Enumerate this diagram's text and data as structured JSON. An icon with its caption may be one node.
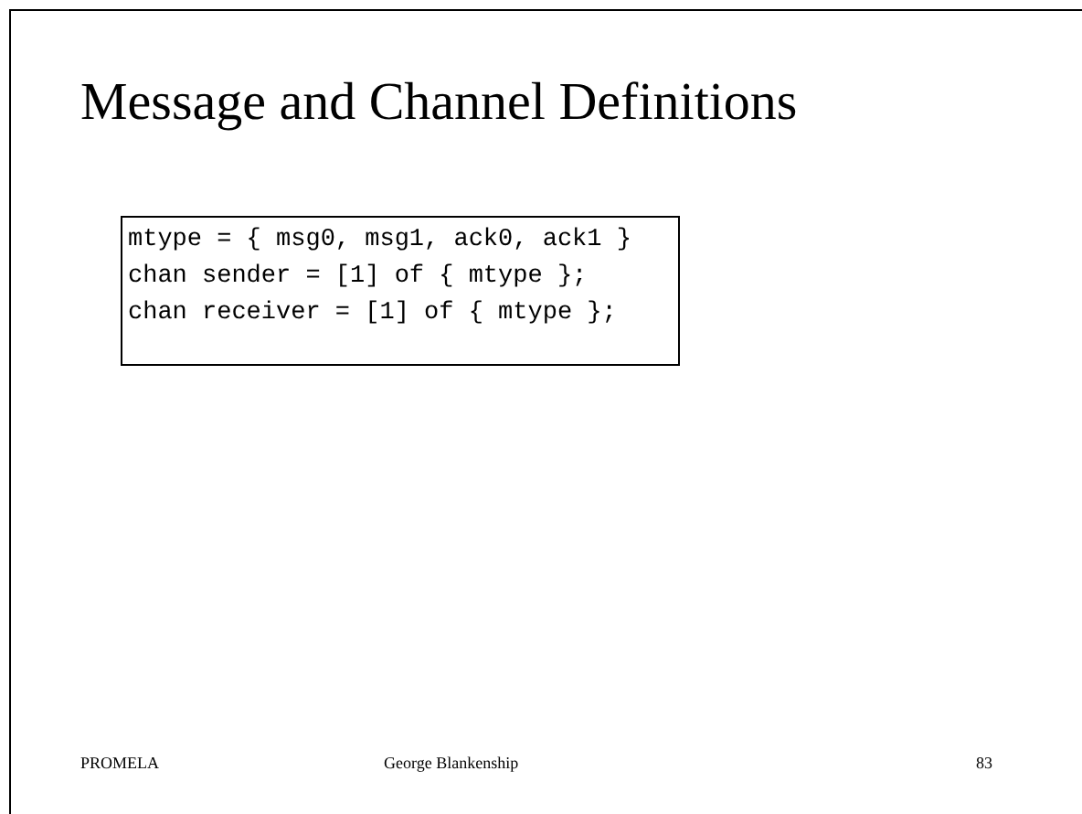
{
  "diagram": {
    "title": "Message and Channel Definitions",
    "nodes": [
      {
        "text": [
          "mtype = { msg0, msg1, ack0, ack1 }",
          "chan sender = [1] of { mtype };",
          "chan receiver = [1] of { mtype };"
        ]
      }
    ],
    "labels": [
      "PROMELA",
      "George Blankenship",
      "83"
    ]
  }
}
